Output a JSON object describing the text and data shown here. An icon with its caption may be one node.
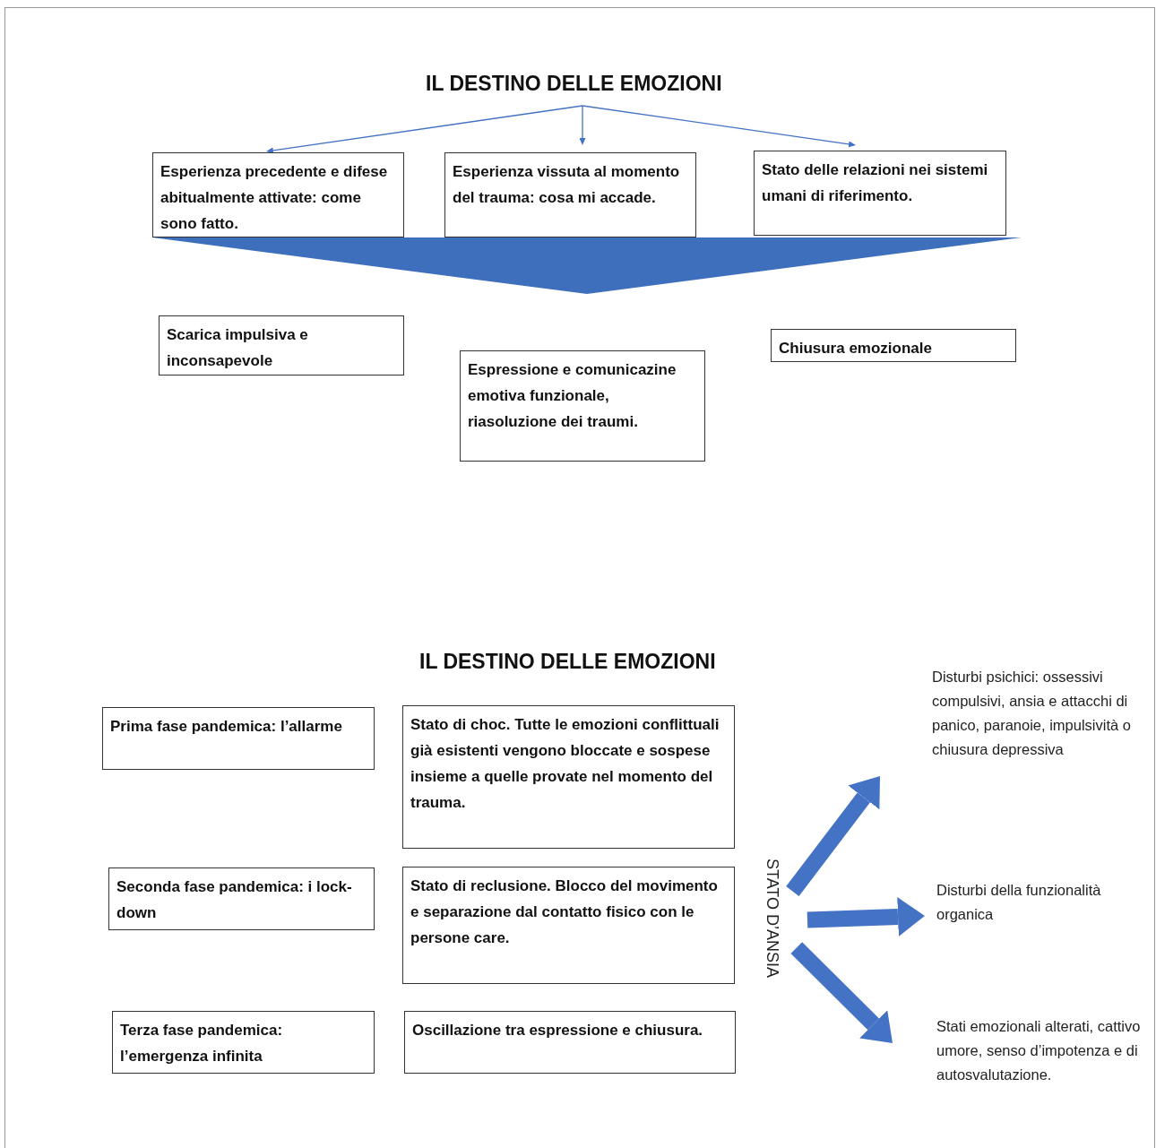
{
  "diagram": {
    "nodes": [
      {
        "text": [
          "IL DESTINO DELLE EMOZIONI"
        ]
      },
      {
        "text": [
          "Esperienza precedente e difese abitualmente attivate: come sono fatto."
        ]
      },
      {
        "text": [
          "Esperienza vissuta al momento del trauma: cosa mi accade."
        ]
      },
      {
        "text": [
          "Stato delle relazioni nei sistemi umani di riferimento."
        ]
      },
      {
        "text": [],
        "shape": "triangle"
      },
      {
        "text": [
          "Scarica impulsiva e inconsapevole"
        ]
      },
      {
        "text": [
          "Espressione e comunicazine emotiva funzionale, riasoluzione dei traumi."
        ]
      },
      {
        "text": [
          "Chiusura emozionale"
        ]
      },
      {
        "text": [
          "Prima fase pandemica: l’allarme"
        ]
      },
      {
        "text": [
          "Stato di choc. Tutte le emozioni conflittuali già esistenti vengono bloccate e sospese insieme a quelle provate nel momento del trauma."
        ]
      },
      {
        "text": [
          "Seconda fase pandemica: i lock-down"
        ]
      },
      {
        "text": [
          "Stato di reclusione. Blocco del movimento e separazione dal contatto fisico con le persone care."
        ]
      },
      {
        "text": [
          "Terza fase pandemica: l’emergenza infinita"
        ]
      },
      {
        "text": [
          "Oscillazione tra espressione e chiusura."
        ]
      },
      {
        "text": [
          "STATO D’ANSIA"
        ]
      },
      {
        "text": [
          "Disturbi psichici: ossessivi compulsivi, ansia e attacchi di panico, paranoie, impulsività o chiusura depressiva"
        ]
      },
      {
        "text": [
          "Disturbi della funzionalità organica"
        ]
      },
      {
        "text": [
          "Stati emozionali alterati, cattivo umore, senso d’impotenza e di autosvalutazione."
        ]
      }
    ],
    "edges": [
      {
        "from": 0,
        "to": 1,
        "arrow": "to"
      },
      {
        "from": 0,
        "to": 2,
        "arrow": "to"
      },
      {
        "from": 0,
        "to": 3,
        "arrow": "to"
      },
      {
        "from": 14,
        "to": 15,
        "arrow": "to",
        "style": "thick"
      },
      {
        "from": 14,
        "to": 16,
        "arrow": "to",
        "style": "thick"
      },
      {
        "from": 14,
        "to": 17,
        "arrow": "to",
        "style": "thick"
      }
    ],
    "labels": [
      "IL DESTINO DELLE EMOZIONI"
    ]
  }
}
